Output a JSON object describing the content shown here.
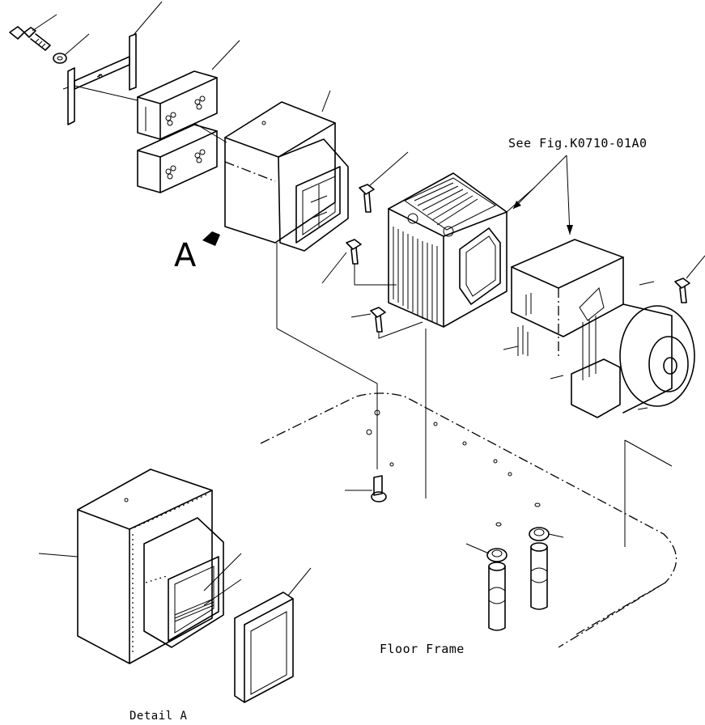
{
  "labels": {
    "see_fig": "See Fig.K0710-01A0",
    "floor_frame": "Floor Frame",
    "detail_a": "Detail A",
    "view_a": "A"
  },
  "icons": {
    "view_arrow": "view-direction-arrow-icon"
  }
}
